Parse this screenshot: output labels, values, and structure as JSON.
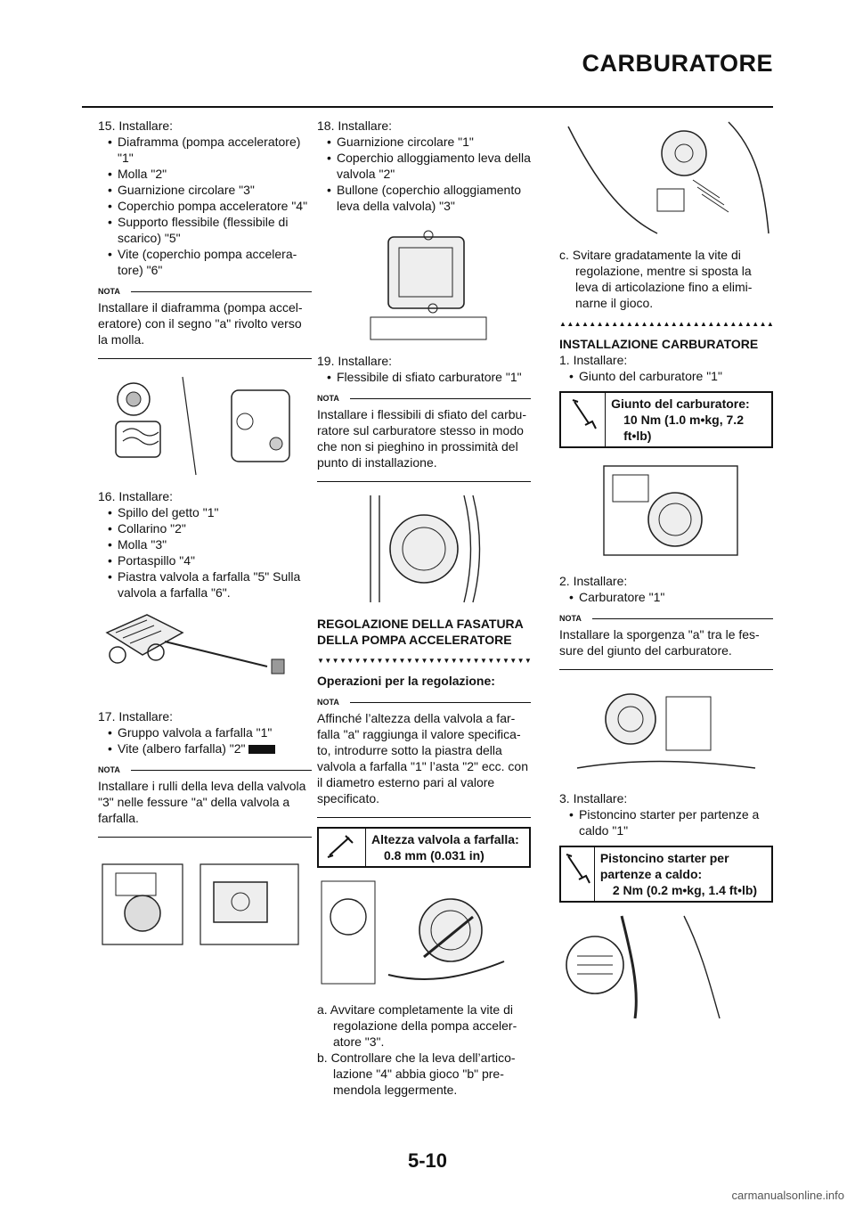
{
  "header": {
    "title": "CARBURATORE"
  },
  "col1": {
    "s15": {
      "title": "15. Installare:",
      "items": [
        "Diaframma (pompa acceleratore) \"1\"",
        "Molla \"2\"",
        "Guarnizione circolare \"3\"",
        "Coperchio pompa acceleratore \"4\"",
        "Supporto flessibile (flessibile di scarico) \"5\"",
        "Vite (coperchio pompa accelera-tore) \"6\""
      ]
    },
    "nota1": {
      "label": "NOTA",
      "text": "Installare il diaframma (pompa accel-eratore) con il segno \"a\" rivolto verso la molla."
    },
    "s16": {
      "title": "16. Installare:",
      "items": [
        "Spillo del getto \"1\"",
        "Collarino \"2\"",
        "Molla \"3\"",
        "Portaspillo \"4\"",
        "Piastra valvola a farfalla \"5\" Sulla valvola a farfalla \"6\"."
      ]
    },
    "s17": {
      "title": "17. Installare:",
      "items": [
        "Gruppo valvola a farfalla \"1\"",
        "Vite (albero farfalla) \"2\""
      ]
    },
    "nota2": {
      "label": "NOTA",
      "text": "Installare i rulli della leva della valvola \"3\" nelle fessure \"a\" della valvola a farfalla."
    }
  },
  "col2": {
    "s18": {
      "title": "18. Installare:",
      "items": [
        "Guarnizione circolare \"1\"",
        "Coperchio alloggiamento leva della valvola \"2\"",
        "Bullone (coperchio alloggiamento leva della valvola) \"3\""
      ]
    },
    "s19": {
      "title": "19. Installare:",
      "items": [
        "Flessibile di sfiato carburatore \"1\""
      ]
    },
    "nota3": {
      "label": "NOTA",
      "text": "Installare i flessibili di sfiato del carbu-ratore sul carburatore stesso in modo che non si pieghino in prossimità del punto di installazione."
    },
    "heading": "REGOLAZIONE DELLA FASATURA DELLA POMPA ACCELERATORE",
    "ops": "Operazioni per la regolazione:",
    "nota4": {
      "label": "NOTA",
      "text": "Affinché l’altezza della valvola a far-falla \"a\" raggiunga il valore specifica-to, introdurre sotto la piastra della valvola a farfalla \"1\" l’asta \"2\" ecc. con il diametro esterno pari al valore specificato."
    },
    "spec": {
      "label": "Altezza valvola a farfalla:",
      "value": "0.8 mm (0.031 in)"
    },
    "a": "a.  Avvitare completamente la vite di regolazione della pompa acceler-atore \"3\".",
    "b": "b.  Controllare che la leva dell’artico-lazione \"4\" abbia gioco \"b\" pre-mendola leggermente."
  },
  "col3": {
    "c": "c.  Svitare gradatamente la vite di regolazione, mentre si sposta la leva di articolazione fino a elimi-narne il gioco.",
    "heading": "INSTALLAZIONE CARBURATORE",
    "s1": {
      "title": "1.  Installare:",
      "items": [
        "Giunto del carburatore \"1\""
      ]
    },
    "spec1": {
      "label": "Giunto del carburatore:",
      "value": "10 Nm (1.0 m•kg, 7.2 ft•lb)"
    },
    "s2": {
      "title": "2.  Installare:",
      "items": [
        "Carburatore \"1\""
      ]
    },
    "nota5": {
      "label": "NOTA",
      "text": "Installare la sporgenza \"a\" tra le fes-sure del giunto del carburatore."
    },
    "s3": {
      "title": "3.  Installare:",
      "items": [
        "Pistoncino starter per partenze a caldo \"1\""
      ]
    },
    "spec2": {
      "label": "Pistoncino starter per partenze a caldo:",
      "value": "2 Nm (0.2 m•kg, 1.4 ft•lb)"
    }
  },
  "footer": {
    "page": "5-10",
    "watermark": "carmanualsonline.info"
  }
}
